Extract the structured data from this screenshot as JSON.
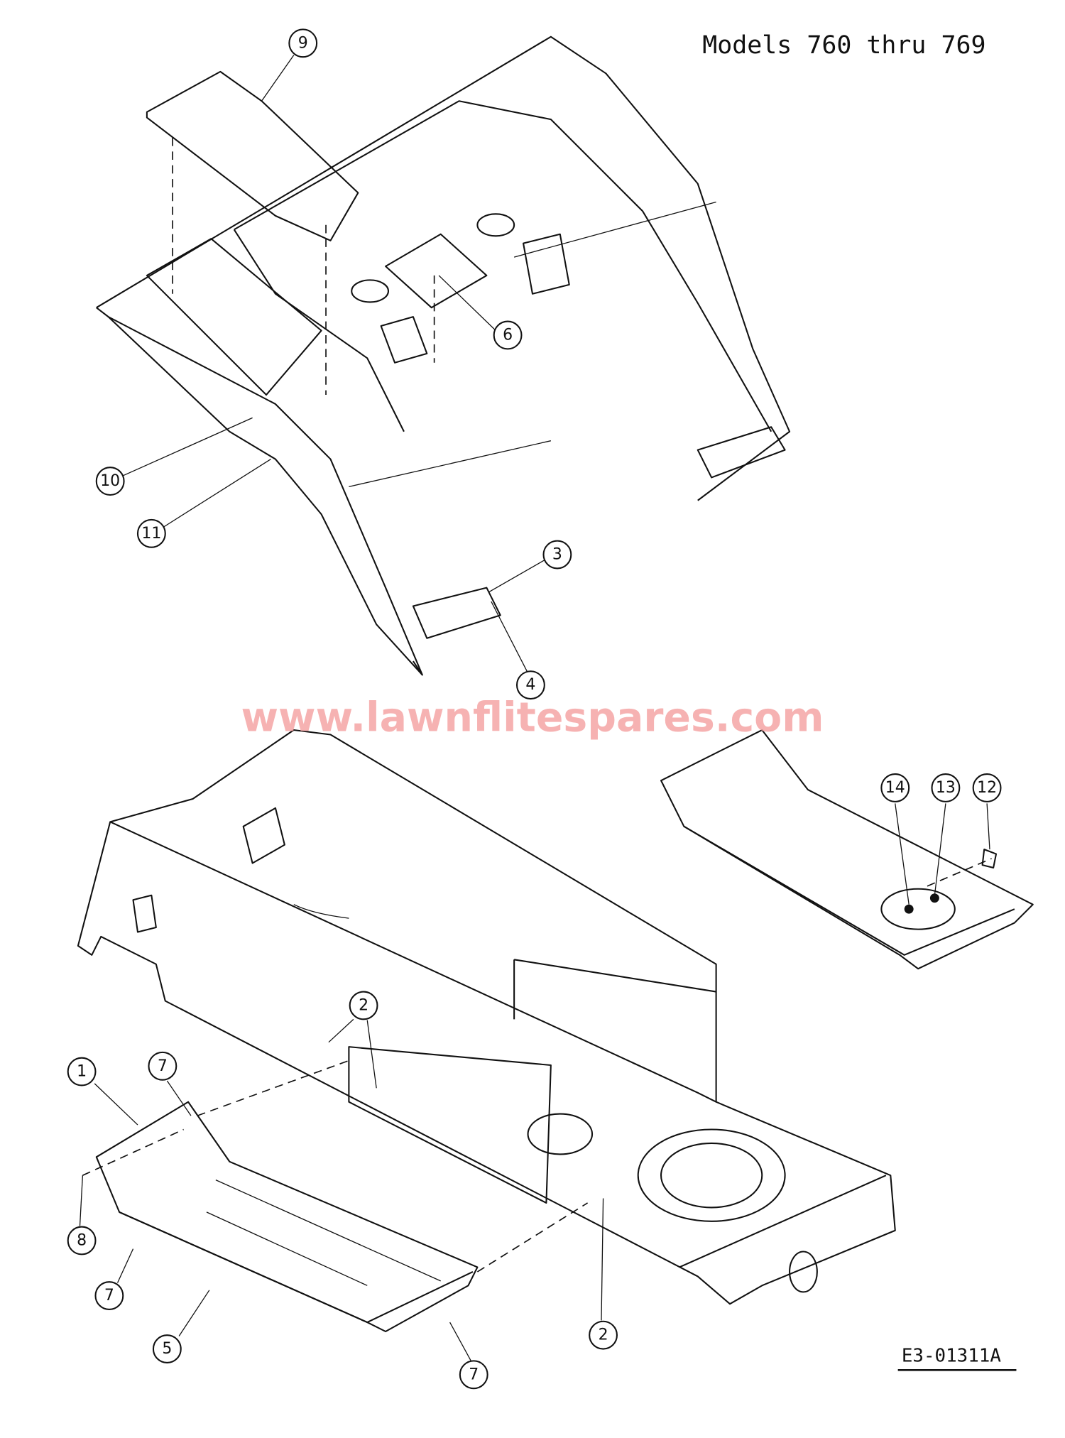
{
  "title": "Models 760 thru 769",
  "drawing_code": "E3-01311A",
  "watermark": "www.lawnflitespares.com",
  "callouts": [
    "9",
    "6",
    "10",
    "11",
    "3",
    "4",
    "14",
    "13",
    "12",
    "2",
    "1",
    "7",
    "8",
    "7",
    "5",
    "7",
    "2"
  ],
  "colors": {
    "line": "#111111",
    "watermark": "#f4a0a0"
  }
}
